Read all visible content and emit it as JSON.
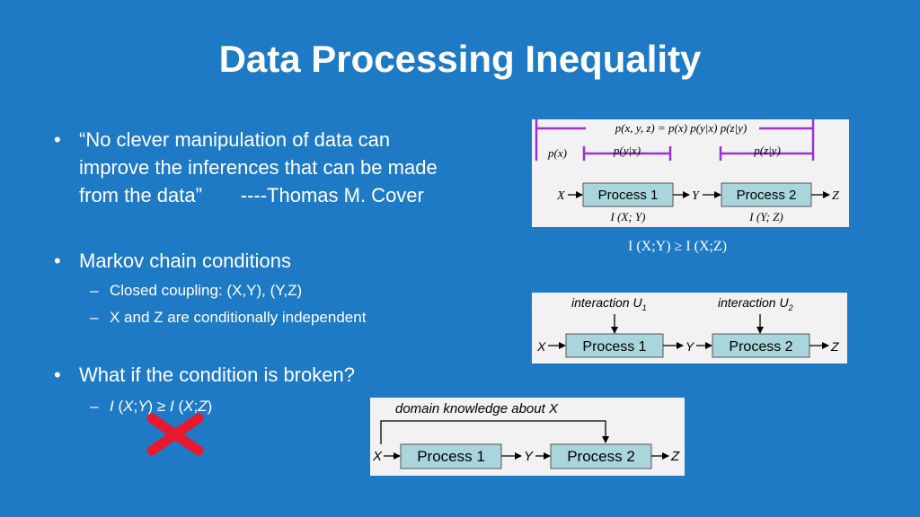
{
  "title": "Data Processing Inequality",
  "bullets": {
    "quote_line1": "“No clever manipulation of data can",
    "quote_line2": "improve the inferences that can be made",
    "quote_line3": "from the data”       ----Thomas M. Cover",
    "markov": "Markov chain conditions",
    "markov_sub1": "Closed coupling: (X,Y), (Y,Z)",
    "markov_sub2": "X and Z are conditionally independent",
    "broken": "What if the condition is broken?",
    "broken_sub_parts": [
      "I",
      " (",
      "X",
      ";",
      "Y",
      ") ≥ ",
      "I",
      " (",
      "X",
      ";",
      "Z",
      ")"
    ]
  },
  "bullet_symbol": "•",
  "dash_symbol": "–",
  "figure1": {
    "joint": "p(x, y, z) = p(x) p(y|x) p(z|y)",
    "px": "p(x)",
    "pyx": "p(y|x)",
    "pzy": "p(z|y)",
    "x": "X",
    "y": "Y",
    "z": "Z",
    "process1": "Process 1",
    "process2": "Process 2",
    "mi_xy": "I (X; Y)",
    "mi_yz": "I (Y; Z)",
    "bracket_color": "#9b30d9",
    "box_fill": "#a9d5dc"
  },
  "caption": "I (X;Y) ≥ I (X;Z)",
  "figure2": {
    "interaction1": "interaction U",
    "interaction1_sub": "1",
    "interaction2": "interaction U",
    "interaction2_sub": "2",
    "x": "X",
    "y": "Y",
    "z": "Z",
    "process1": "Process 1",
    "process2": "Process 2"
  },
  "figure3": {
    "domain": "domain knowledge about X",
    "x": "X",
    "y": "Y",
    "z": "Z",
    "process1": "Process 1",
    "process2": "Process 2"
  },
  "cross_color": "#e8192c",
  "cross_icon": "red-x-cross"
}
